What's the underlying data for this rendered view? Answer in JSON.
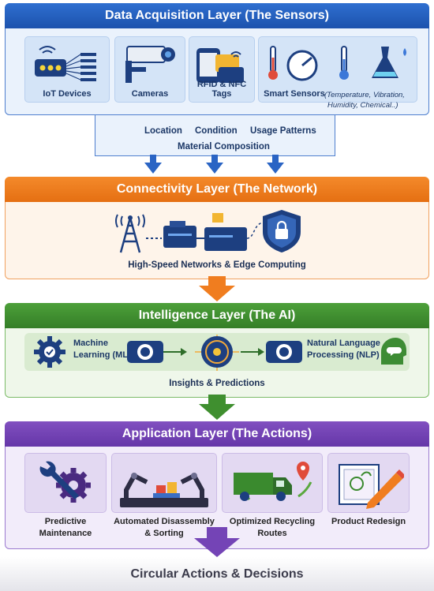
{
  "acquisition": {
    "title": "Data Acquisition Layer (The Sensors)",
    "cards": [
      "IoT Devices",
      "Cameras",
      "RFID & NFC Tags",
      "Smart Sensors"
    ],
    "sensor_types_line1": "(Temperature, Vibration,",
    "sensor_types_line2": "Humidity, Chemical..)",
    "attributes": [
      "Location",
      "Condition",
      "Usage Patterns",
      "Material Composition"
    ]
  },
  "connectivity": {
    "title": "Connectivity Layer (The Network)",
    "caption": "High-Speed Networks & Edge Computing"
  },
  "intelligence": {
    "title": "Intelligence Layer (The AI)",
    "ml_line1": "Machine",
    "ml_line2": "Learning (ML)",
    "nlp_line1": "Natural Language",
    "nlp_line2": "Processing (NLP)",
    "caption": "Insights & Predictions"
  },
  "application": {
    "title": "Application Layer (The Actions)",
    "items": [
      {
        "line1": "Predictive",
        "line2": "Maintenance"
      },
      {
        "line1": "Automated Disassembly",
        "line2": "& Sorting"
      },
      {
        "line1": "Optimized Recycling",
        "line2": "Routes"
      },
      {
        "line1": "Product Redesign",
        "line2": ""
      }
    ]
  },
  "footer": "Circular Actions & Decisions",
  "colors": {
    "blue": "#2a64c4",
    "orange": "#f07d1f",
    "green": "#3f8f2f",
    "purple": "#7444b6"
  }
}
